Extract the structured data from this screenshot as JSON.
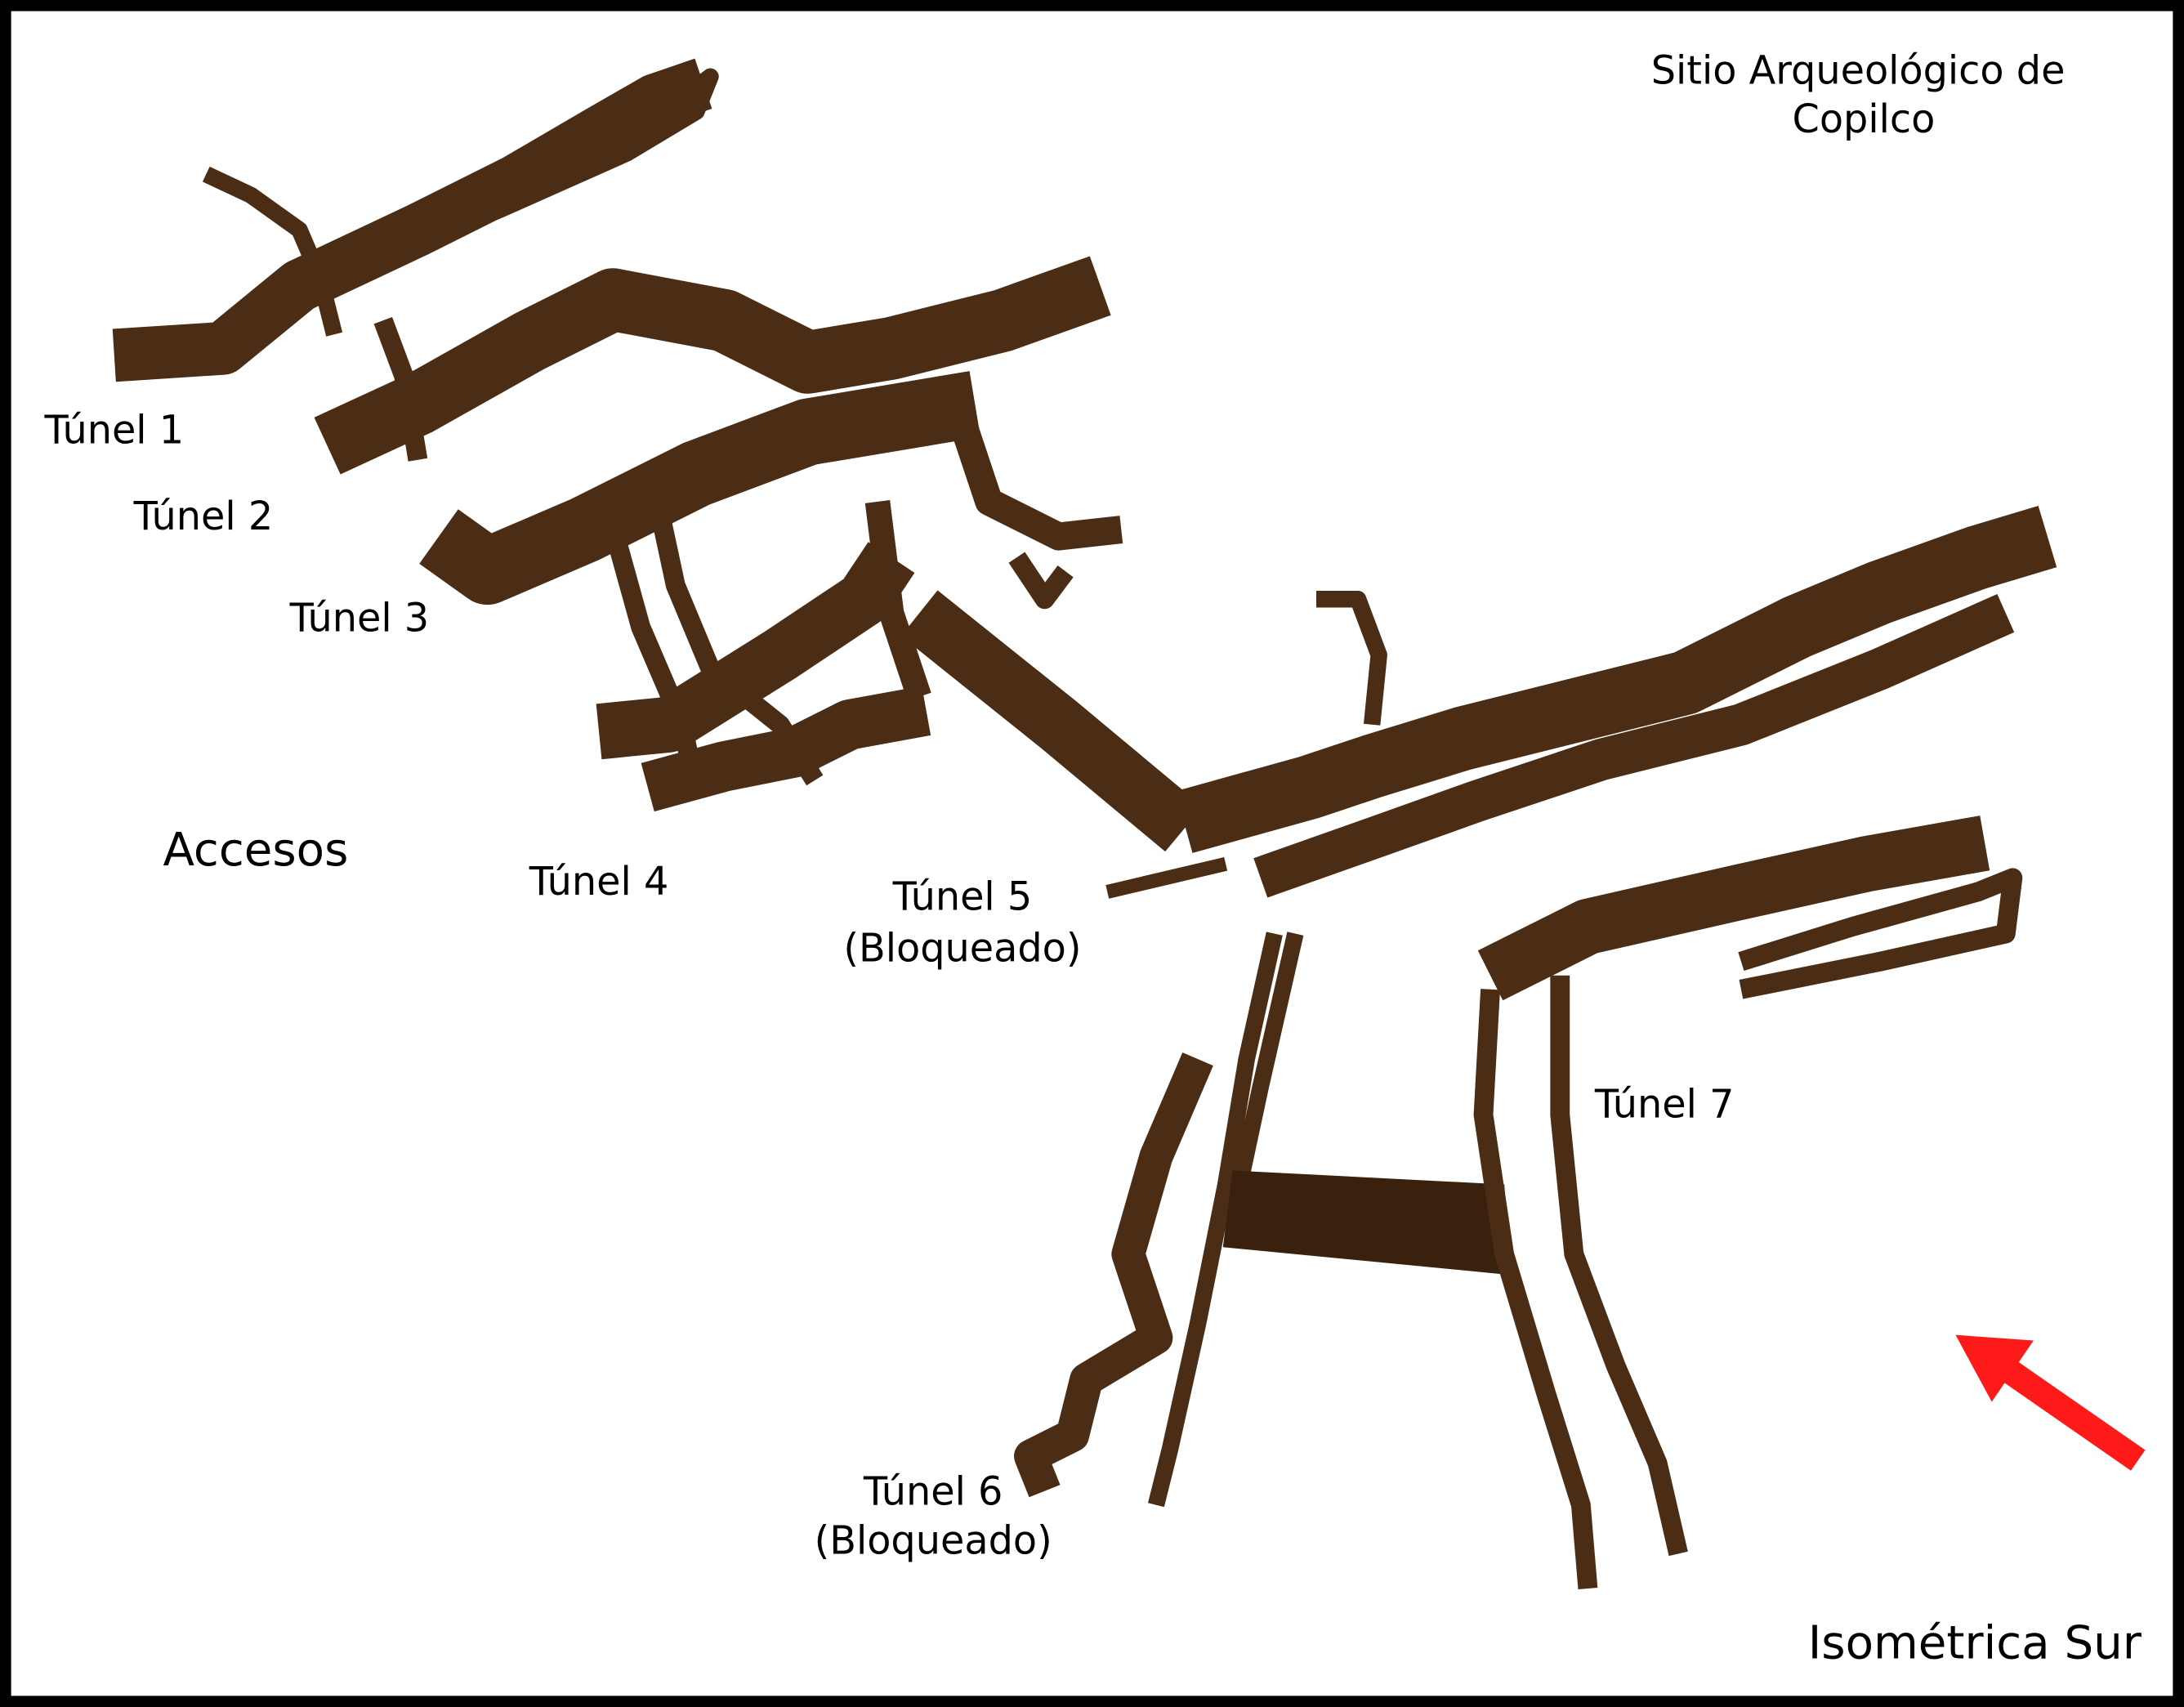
{
  "title": {
    "line1": "Sitio Arqueológico de",
    "line2": "Copilco"
  },
  "view_label": "Isométrica Sur",
  "labels": {
    "tunel1": "Túnel 1",
    "tunel2": "Túnel 2",
    "tunel3": "Túnel 3",
    "accesos": "Accesos",
    "tunel4": "Túnel 4",
    "tunel5": "Túnel 5",
    "tunel5_status": "(Bloqueado)",
    "tunel6": "Túnel 6",
    "tunel6_status": "(Bloqueado)",
    "tunel7": "Túnel 7"
  },
  "colors": {
    "tunnel": "#4b2d15",
    "tunnel_dark": "#3a210d",
    "arrow": "#ff1a1a",
    "frame": "#000000",
    "background": "#ffffff"
  }
}
